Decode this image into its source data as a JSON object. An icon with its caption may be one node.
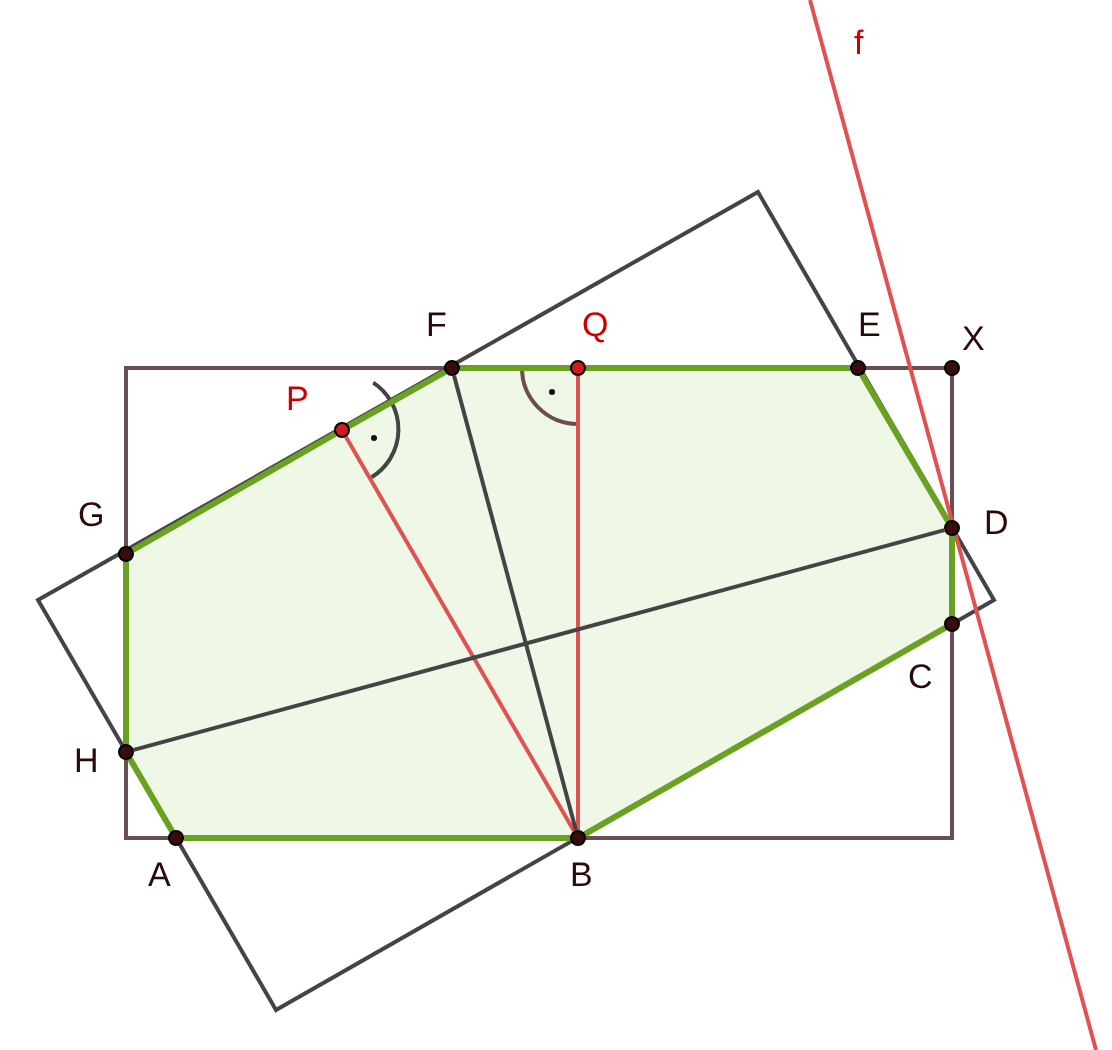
{
  "diagram": {
    "nodes": [
      {
        "text": [
          "F"
        ]
      },
      {
        "text": [
          "Q"
        ]
      },
      {
        "text": [
          "E"
        ]
      },
      {
        "text": [
          "X"
        ]
      },
      {
        "text": [
          "P"
        ]
      },
      {
        "text": [
          "G"
        ]
      },
      {
        "text": [
          "D"
        ]
      },
      {
        "text": [
          "H"
        ]
      },
      {
        "text": [
          "C"
        ]
      },
      {
        "text": [
          "A"
        ]
      },
      {
        "text": [
          "B"
        ]
      }
    ],
    "edges": [
      {
        "from": 9,
        "to": 10,
        "arrow": "none"
      },
      {
        "from": 10,
        "to": 8,
        "arrow": "none"
      },
      {
        "from": 8,
        "to": 6,
        "arrow": "none"
      },
      {
        "from": 6,
        "to": 2,
        "arrow": "none"
      },
      {
        "from": 2,
        "to": 1,
        "arrow": "none"
      },
      {
        "from": 1,
        "to": 0,
        "arrow": "none"
      },
      {
        "from": 0,
        "to": 4,
        "arrow": "none"
      },
      {
        "from": 4,
        "to": 5,
        "arrow": "none"
      },
      {
        "from": 5,
        "to": 7,
        "arrow": "none"
      },
      {
        "from": 7,
        "to": 9,
        "arrow": "none"
      },
      {
        "from": 4,
        "to": 10,
        "arrow": "none",
        "color": "#e05252"
      },
      {
        "from": 1,
        "to": 10,
        "arrow": "none",
        "color": "#e05252"
      },
      {
        "from": 0,
        "to": 10,
        "arrow": "none",
        "color": "#444444"
      },
      {
        "from": 7,
        "to": 6,
        "arrow": "none",
        "color": "#444444"
      }
    ],
    "labels": [
      "f"
    ]
  }
}
